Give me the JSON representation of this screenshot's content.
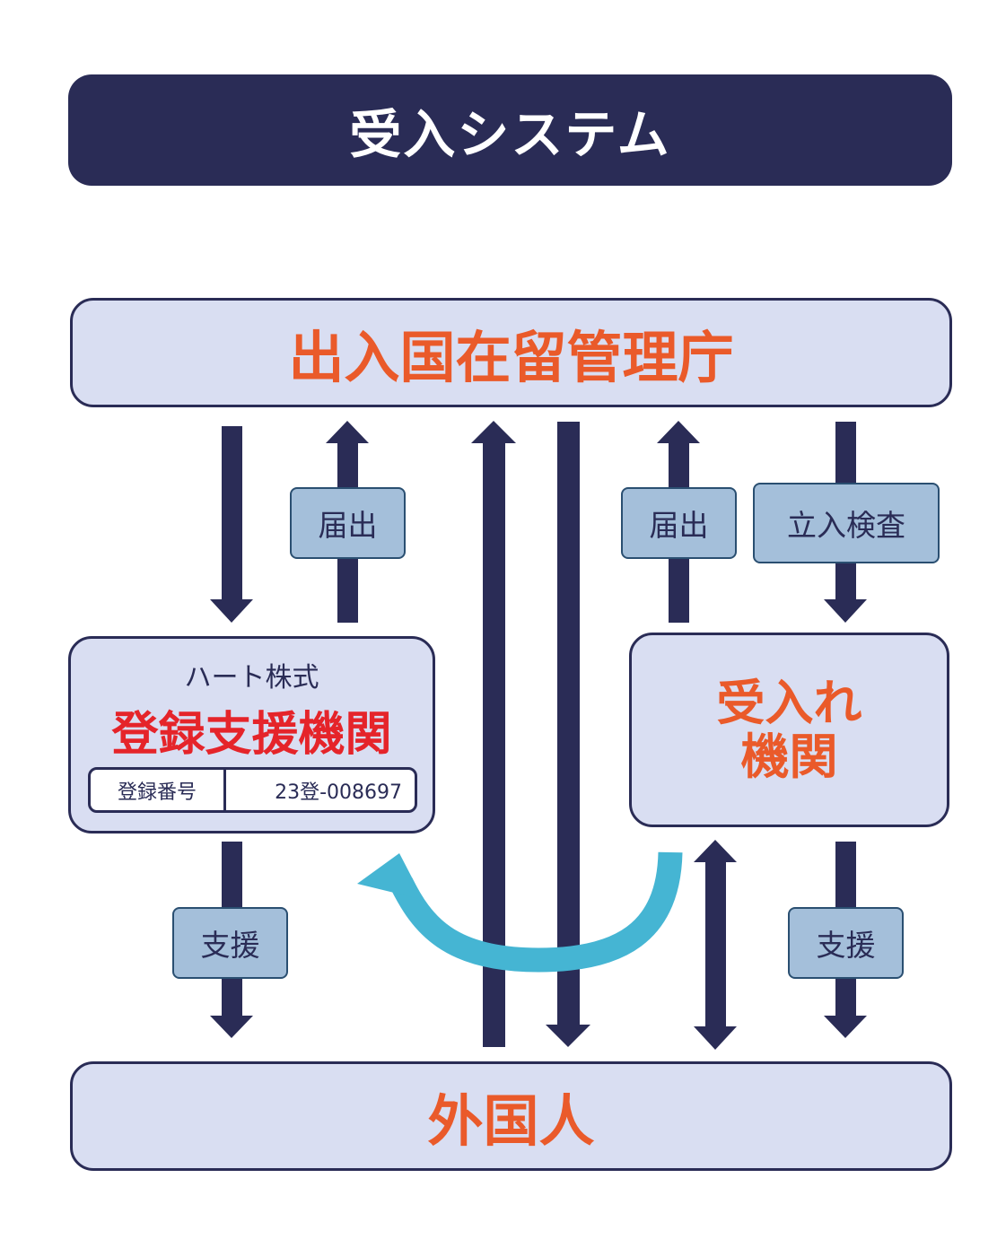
{
  "title": "受入システム",
  "immigration_agency": "出入国在留管理庁",
  "foreigners": "外国人",
  "support_org": {
    "company": "ハート株式",
    "name": "登録支援機関",
    "reg_label": "登録番号",
    "reg_number": "23登-008697"
  },
  "receiving_org": {
    "line1": "受入れ",
    "line2": "機関"
  },
  "labels": {
    "notify_left": "届出",
    "notify_right": "届出",
    "inspection": "立入検査",
    "support_left": "支援",
    "support_right": "支援"
  },
  "colors": {
    "navy": "#2a2c56",
    "accent_orange": "#ea5a2a",
    "accent_red": "#e5242a",
    "box_fill": "#d9def2",
    "tag_fill": "#a4bfda",
    "curve_blue": "#45b5d3"
  }
}
